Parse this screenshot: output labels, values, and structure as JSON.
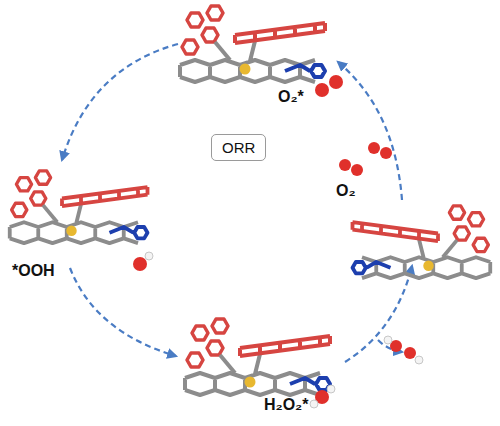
{
  "diagram": {
    "nodes": [
      {
        "text": [
          "ORR"
        ]
      }
    ],
    "labels": [
      "O₂*",
      "O₂",
      "*OOH",
      "H₂O₂*"
    ]
  }
}
